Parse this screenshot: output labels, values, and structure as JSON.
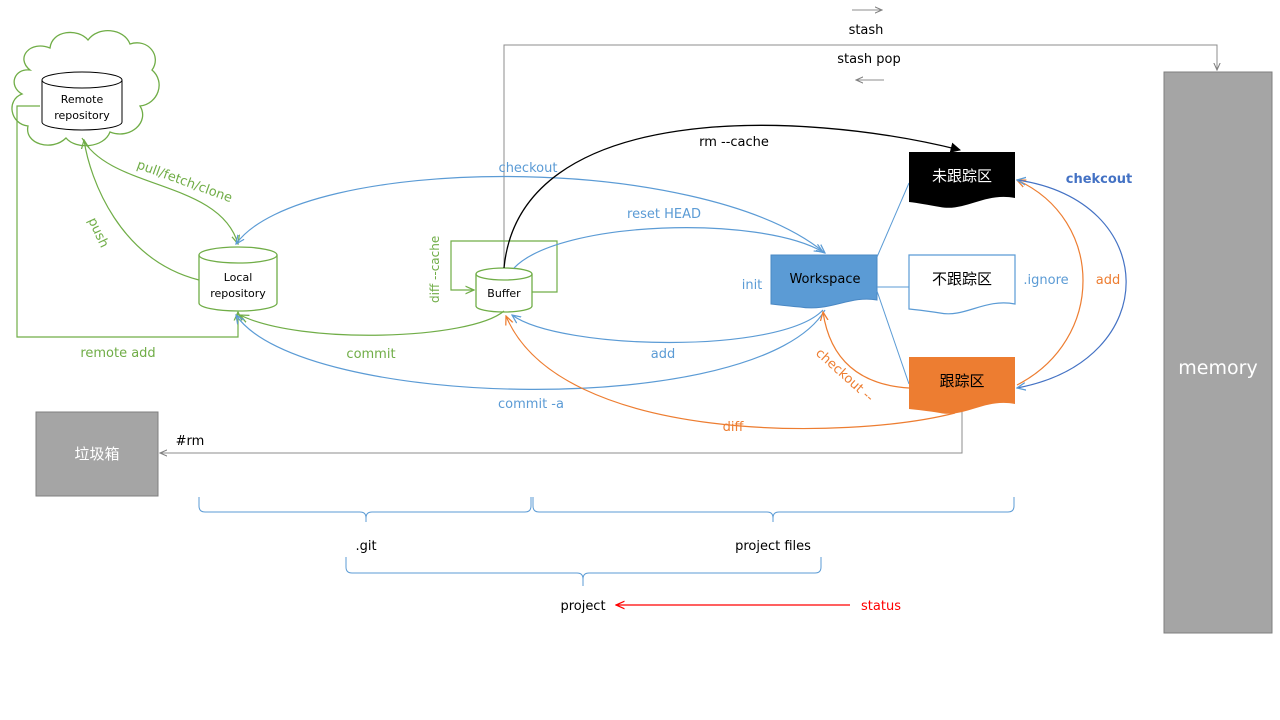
{
  "colors": {
    "green": "#70ad47",
    "blue": "#5b9bd5",
    "orange": "#ed7d31",
    "gray": "#a5a5a5",
    "black": "#000000",
    "red": "#ff0000",
    "dark_blue": "#4472c4"
  },
  "nodes": {
    "remote": {
      "line1": "Remote",
      "line2": "repository"
    },
    "local": {
      "line1": "Local",
      "line2": "repository"
    },
    "buffer": "Buffer",
    "workspace": "Workspace",
    "untracked": "未跟踪区",
    "ignored": "不跟踪区",
    "tracked": "跟踪区",
    "trash": "垃圾箱",
    "memory": "memory"
  },
  "labels": {
    "stash": "stash",
    "stash_pop": "stash pop",
    "rm_cache": "rm --cache",
    "checkout": "checkout",
    "reset_head": "reset HEAD",
    "pull_fetch_clone": "pull/fetch/clone",
    "push": "push",
    "diff_cache": "diff --cache",
    "init": "init",
    "ignore": ".ignore",
    "add_right": "add",
    "chekcout": "chekcout",
    "remote_add": "remote add",
    "commit": "commit",
    "add": "add",
    "commit_a": "commit -a",
    "checkout_dash": "checkout --",
    "diff": "diff",
    "rm": "#rm",
    "git": ".git",
    "project_files": "project files",
    "project": "project",
    "status": "status"
  }
}
